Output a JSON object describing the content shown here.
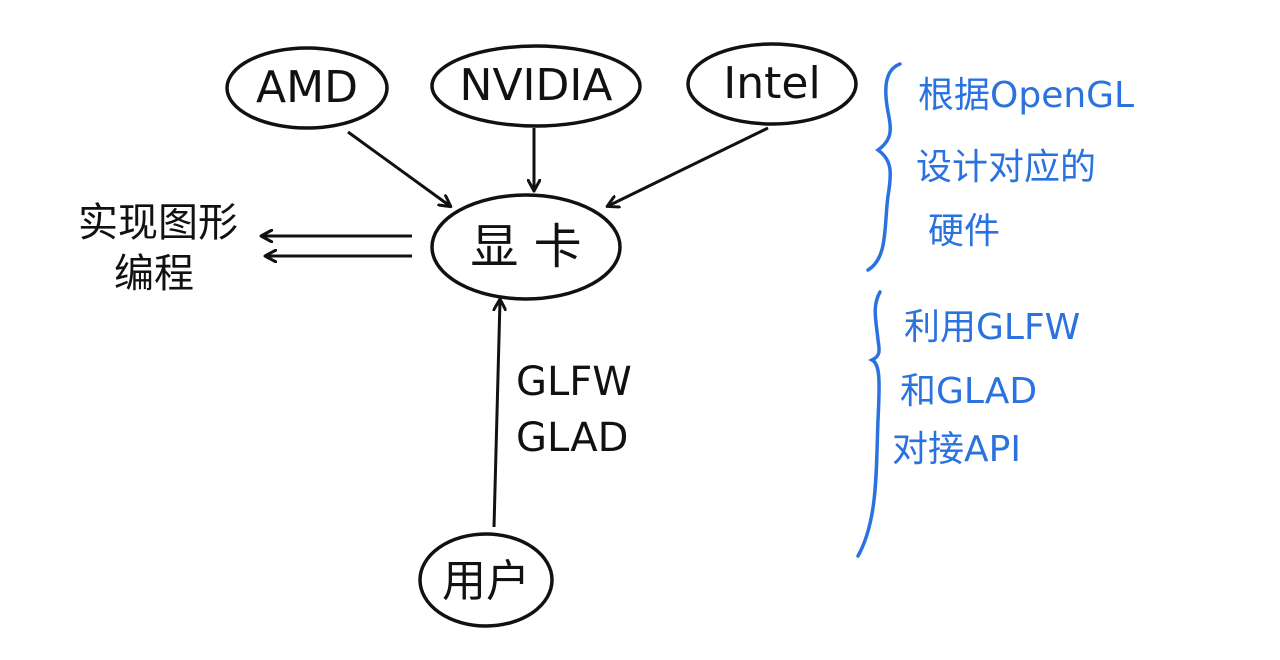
{
  "nodes": {
    "amd": "AMD",
    "nvidia": "NVIDIA",
    "intel": "Intel",
    "gpu": "显 卡",
    "user": "用户"
  },
  "left_label": {
    "line1": "实现图形",
    "line2": "编程"
  },
  "arrow_label": {
    "line1": "GLFW",
    "line2": "GLAD"
  },
  "notes": {
    "top": [
      "根据OpenGL",
      "设计对应的",
      "硬件"
    ],
    "bottom": [
      "利用GLFW",
      "和GLAD",
      "对接API"
    ]
  },
  "colors": {
    "ink": "#111111",
    "annotation": "#2a72e0"
  }
}
